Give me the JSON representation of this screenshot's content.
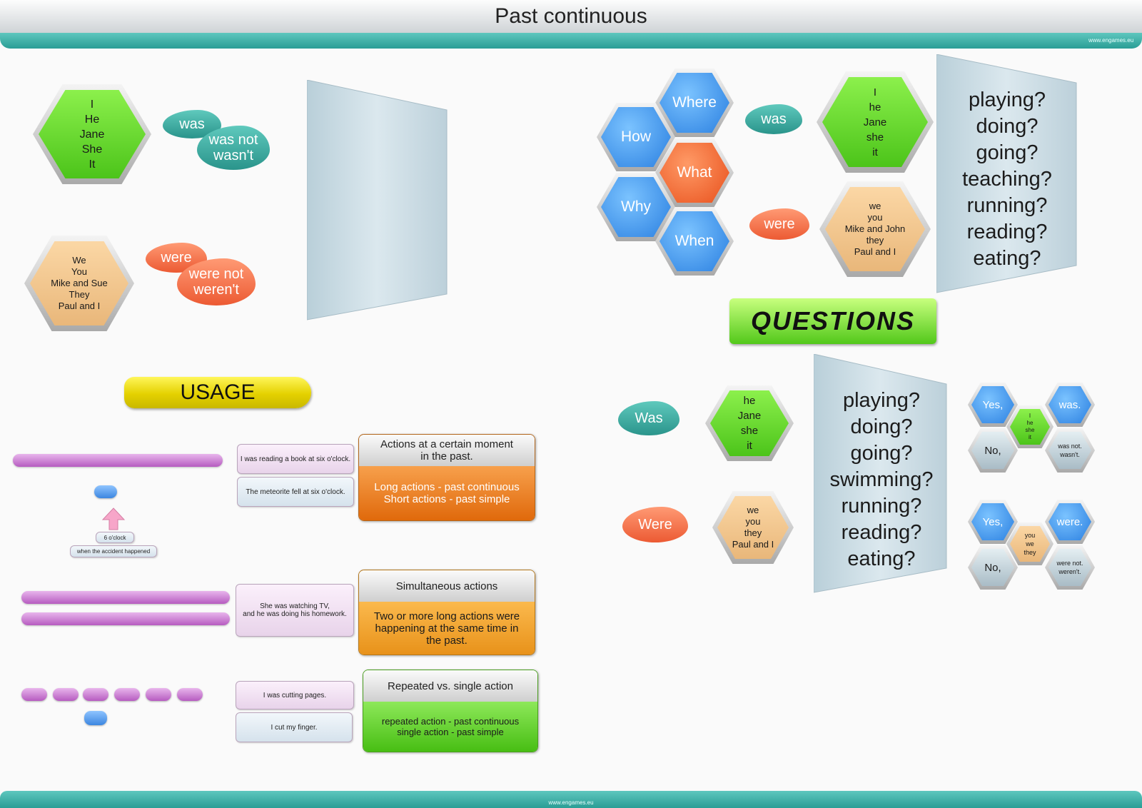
{
  "header": {
    "title": "Past continuous",
    "site": "www.engames.eu"
  },
  "footer": {
    "site": "www.engames.eu"
  },
  "affirmative": {
    "singular_subjects": "I\nHe\nJane\nShe\nIt",
    "singular_verb": "was",
    "singular_negative": "was not\nwasn't",
    "plural_subjects": "We\nYou\nMike and Sue\nThey\nPaul and I",
    "plural_verb": "were",
    "plural_negative": "were not\nweren't"
  },
  "wh_questions": {
    "words": {
      "where": "Where",
      "how": "How",
      "what": "What",
      "why": "Why",
      "when": "When"
    },
    "was_label": "was",
    "were_label": "were",
    "singular_subjects": "I\nhe\nJane\nshe\nit",
    "plural_subjects": "we\nyou\nMike and John\nthey\nPaul and I",
    "verbs": "playing?\ndoing?\ngoing?\nteaching?\nrunning?\nreading?\neating?"
  },
  "questions_banner": "QUESTIONS",
  "yes_no": {
    "was_label": "Was",
    "were_label": "Were",
    "singular_subjects": "he\nJane\nshe\nit",
    "plural_subjects": "we\nyou\nthey\nPaul and I",
    "verbs": "playing?\ndoing?\ngoing?\nswimming?\nrunning?\nreading?\neating?",
    "short_singular": {
      "yes": "Yes,",
      "no": "No,",
      "subject": "I\nhe\nshe\nit",
      "pos": "was.",
      "neg": "was not.\nwasn't."
    },
    "short_plural": {
      "yes": "Yes,",
      "no": "No,",
      "subject": "you\nwe\nthey",
      "pos": "were.",
      "neg": "were not.\nweren't."
    }
  },
  "usage": {
    "banner": "USAGE",
    "row1": {
      "example1": "I was reading a book at six o'clock.",
      "example2": "The meteorite fell at six o'clock.",
      "time_label": "6 o'clock",
      "event_label": "when the accident happened",
      "head": "Actions at a certain moment\nin the past.",
      "body": "Long actions - past continuous\nShort actions - past simple"
    },
    "row2": {
      "example": "She was watching TV,\nand he was doing his homework.",
      "head": "Simultaneous actions",
      "body": "Two or more long actions were\nhappening at the same time in\nthe past."
    },
    "row3": {
      "example1": "I was cutting pages.",
      "example2": "I cut my finger.",
      "head": "Repeated vs. single action",
      "body": "repeated action - past continuous\nsingle action - past simple"
    }
  },
  "colors": {
    "teal": "#2a9d95",
    "green": "#4cc41a",
    "orange": "#ec5a33",
    "blue": "#2a7fe0",
    "purple": "#b65cc0",
    "yellow": "#f2e00f"
  }
}
